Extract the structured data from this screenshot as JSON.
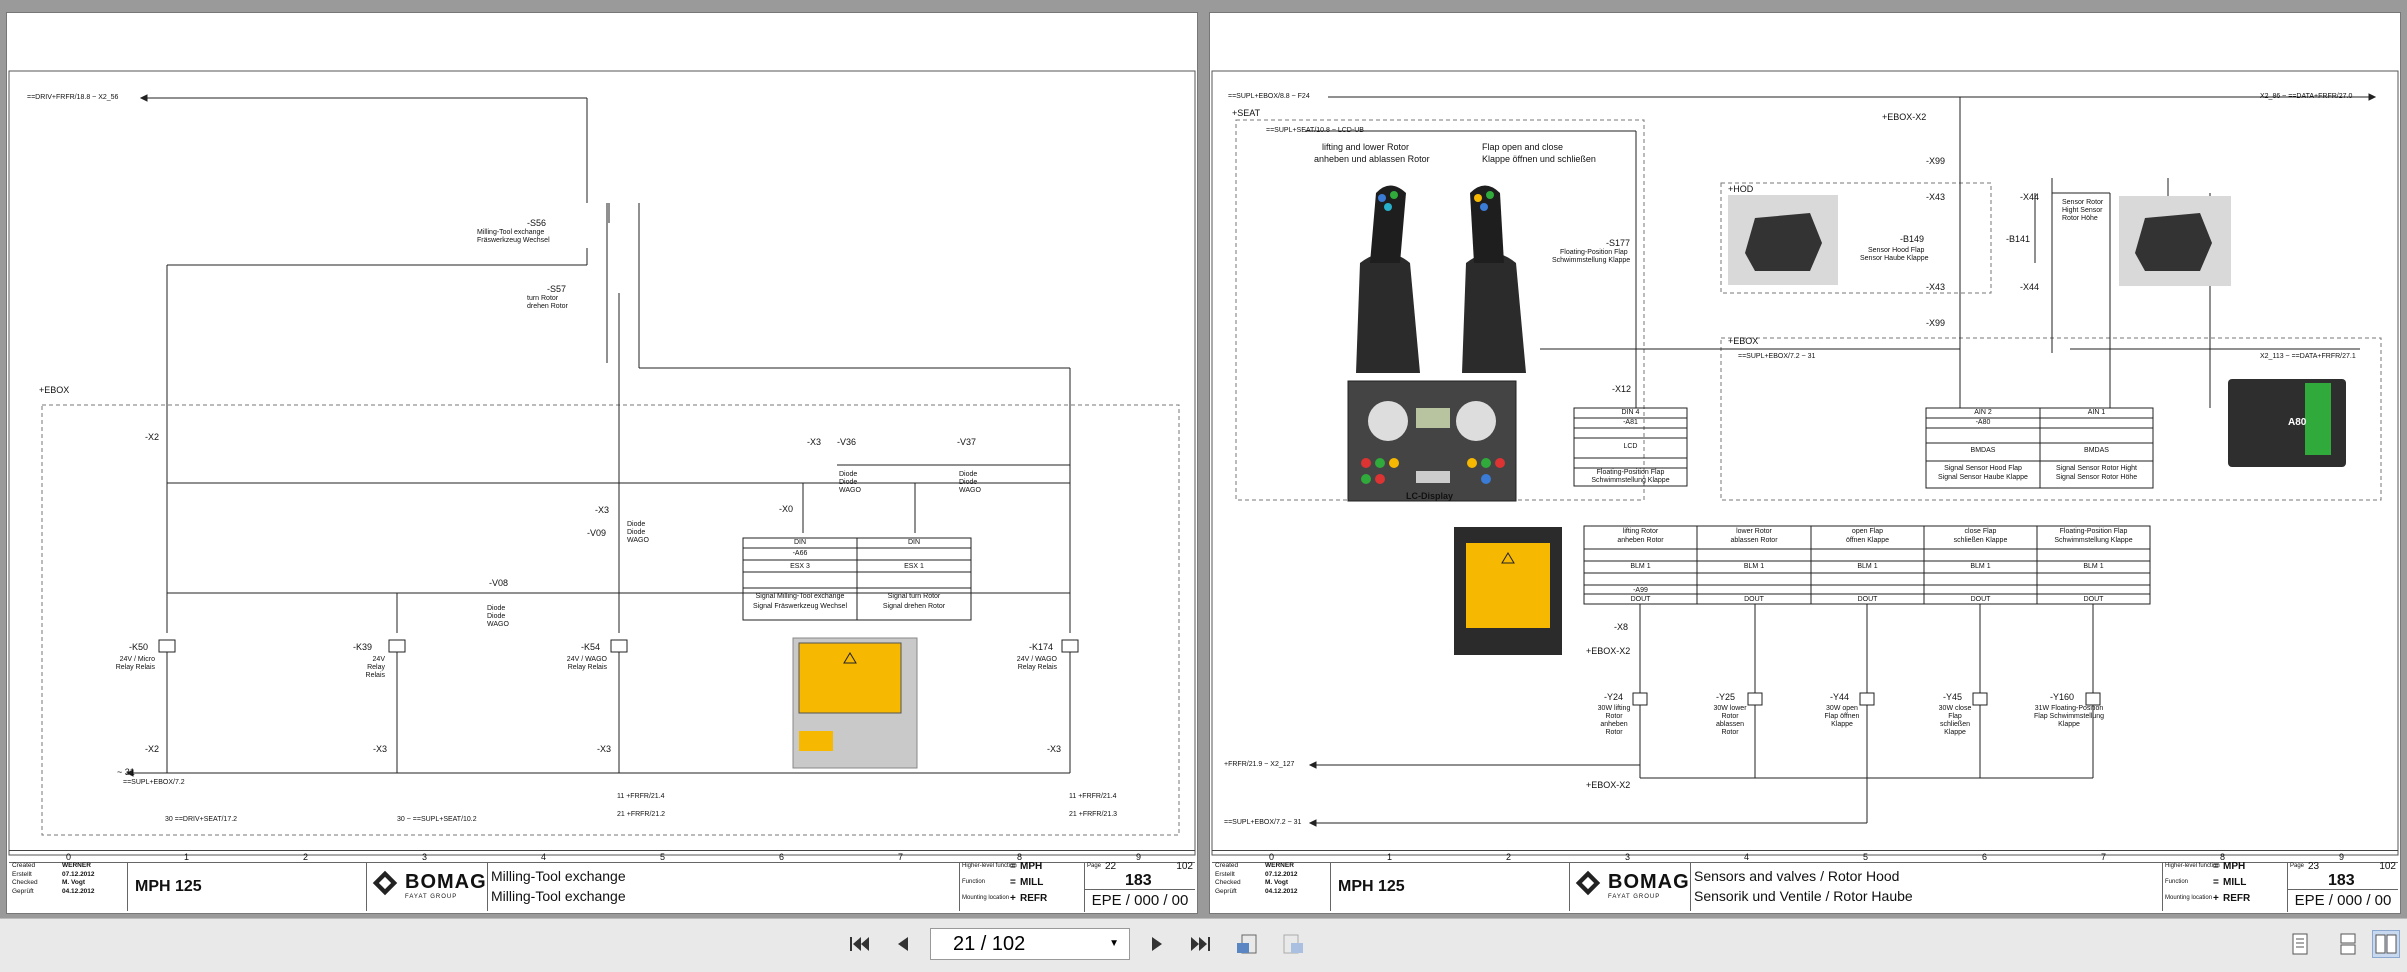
{
  "viewer": {
    "page_indicator": "21 / 102",
    "buttons": {
      "first": "first-page",
      "prev": "previous-page",
      "next": "next-page",
      "last": "last-page"
    }
  },
  "grid_columns": [
    "0",
    "1",
    "2",
    "3",
    "4",
    "5",
    "6",
    "7",
    "8",
    "9"
  ],
  "title_block_labels": {
    "created": "Created",
    "erstellt": "Erstellt",
    "checked": "Checked",
    "geprueft": "Geprüft",
    "higher_level": "Higher-level function",
    "function": "Function",
    "mounting": "Mounting location",
    "page": "Page",
    "eq_sign": "=",
    "plus_sign": "+"
  },
  "left_page": {
    "meta": {
      "created_by": "WERNER",
      "created_date": "07.12.2012",
      "checked_by": "M. Vogt",
      "checked_date": "04.12.2012"
    },
    "project": "MPH 125",
    "company": "BOMAG",
    "company_sub": "FAYAT GROUP",
    "title_en": "Milling-Tool exchange",
    "title_de": "Milling-Tool exchange",
    "codes": {
      "hl": "MPH",
      "fn": "MILL",
      "ml": "REFR",
      "page": "22",
      "pages": "102",
      "sheet": "183",
      "epe": "EPE / 000 / 00"
    },
    "labels": {
      "drv_ref": "==DRIV+FRFR/18.8 ~ X2_56",
      "s56": "-S56",
      "s56_desc1": "Milling-Tool exchange",
      "s56_desc2": "Fräswerkzeug Wechsel",
      "s57": "-S57",
      "s57_desc1": "turn Rotor",
      "s57_desc2": "drehen Rotor",
      "ebox": "+EBOX",
      "x2_57": "-X2",
      "x3_202": "-X3",
      "v36": "-V36",
      "v36_desc": "Diode Diode WAGO",
      "v37": "-V37",
      "v37_desc": "Diode Diode WAGO",
      "x0": "-X0",
      "x3_205": "-X3",
      "v09": "-V09",
      "v09_desc": "Diode Diode WAGO",
      "v08": "-V08",
      "v08_desc": "Diode Diode WAGO",
      "k50": "-K50",
      "k50_desc": "24V / Micro Relay Relais",
      "k39": "-K39",
      "k39_desc": "24V Relay Relais",
      "k54": "-K54",
      "k54_desc": "24V / WAGO Relay Relais",
      "k174": "-K174",
      "k174_desc": "24V / WAGO Relay Relais",
      "x2_111": "-X2",
      "x3_111": "-X3",
      "x3_112": "-X3",
      "x3_120": "-X3",
      "gnd": "~ 31",
      "gnd_ref": "==SUPL+EBOX/7.2",
      "ref_seat": "30 ==DRIV+SEAT/17.2",
      "ref_supl": "30 ~ ==SUPL+SEAT/10.2",
      "ref_21_4": "11 +FRFR/21.4",
      "ref_21_2": "21 +FRFR/21.2",
      "ref_21_4b": "11 +FRFR/21.4",
      "ref_21_3": "21 +FRFR/21.3"
    },
    "table": {
      "head": [
        "DIN",
        "DIN"
      ],
      "row1": [
        "-A66",
        ""
      ],
      "row2": [
        "ESX 3",
        "ESX 1"
      ],
      "row3": [
        "Signal Milling-Tool exchange",
        "Signal turn Rotor"
      ],
      "row4": [
        "Signal Fräswerkzeug Wechsel",
        "Signal drehen Rotor"
      ]
    }
  },
  "right_page": {
    "meta": {
      "created_by": "WERNER",
      "created_date": "07.12.2012",
      "checked_by": "M. Vogt",
      "checked_date": "04.12.2012"
    },
    "project": "MPH 125",
    "company": "BOMAG",
    "company_sub": "FAYAT GROUP",
    "title_en": "Sensors and valves / Rotor Hood",
    "title_de": "Sensorik und Ventile / Rotor Haube",
    "codes": {
      "hl": "MPH",
      "fn": "MILL",
      "ml": "REFR",
      "page": "23",
      "pages": "102",
      "sheet": "183",
      "epe": "EPE / 000 / 00"
    },
    "labels": {
      "f24": "==SUPL+EBOX/8.8 ~ F24",
      "x2_86": "X2_86 ~ ==DATA+FRFR/27.0",
      "seat": "+SEAT",
      "lcd_ub": "==SUPL+SEAT/10.8 ~ LCD-UB",
      "joy1_a": "lifting and lower Rotor",
      "joy1_b": "anheben und ablassen Rotor",
      "joy2_a": "Flap open and close",
      "joy2_b": "Klappe öffnen und schließen",
      "s177": "-S177",
      "s177_desc1": "Floating-Position Flap",
      "s177_desc2": "Schwimmstellung Klappe",
      "x12": "-X12",
      "lcd_display": "LC-Display",
      "hod": "+HOD",
      "ebox_x2": "+EBOX-X2",
      "x99": "-X99",
      "x43": "-X43",
      "x44": "-X44",
      "b149": "-B149",
      "b149_desc1": "Sensor Hood Flap",
      "b149_desc2": "Sensor Haube Klappe",
      "b141": "-B141",
      "b141_desc": "Sensor Rotor Hight Sensor Rotor Höhe",
      "ebox": "+EBOX",
      "x2_113_l": "==SUPL+EBOX/7.2 ~ 31",
      "x2_113_r": "X2_113 ~ ==DATA+FRFR/27.1",
      "a80": "A80",
      "x8": "-X8",
      "ebox_x2_63": "+EBOX-X2",
      "y24": "-Y24",
      "y24_desc": "30W lifting Rotor anheben Rotor",
      "y25": "-Y25",
      "y25_desc": "30W lower Rotor ablassen Rotor",
      "y44": "-Y44",
      "y44_desc": "30W open Flap öffnen Klappe",
      "y45": "-Y45",
      "y45_desc": "30W close Flap schließen Klappe",
      "y160": "-Y160",
      "y160_desc": "31W Floating-Position Flap Schwimmstellung Klappe",
      "x2_127": "+FRFR/21.9 ~ X2_127",
      "ebox_x2_127": "+EBOX-X2",
      "gnd_ref": "==SUPL+EBOX/7.2 ~ 31"
    },
    "seat_table": [
      "DIN 4",
      "-A81",
      "",
      "LCD",
      "",
      "Floating-Position Flap",
      "Schwimmstellung Klappe"
    ],
    "sensor_table": {
      "head": [
        "AIN 2",
        "AIN 1"
      ],
      "row1": [
        "-A80",
        ""
      ],
      "row2": [
        "BMDAS",
        "BMDAS"
      ],
      "row3": [
        "Signal Sensor Hood Flap",
        "Signal Sensor Rotor Hight"
      ],
      "row4": [
        "Signal Sensor Haube Klappe",
        "Signal Sensor Rotor Höhe"
      ]
    },
    "valve_table": {
      "head_a": [
        "lifting Rotor",
        "lower Rotor",
        "open Flap",
        "close Flap",
        "Floating-Position Flap"
      ],
      "head_b": [
        "anheben Rotor",
        "ablassen Rotor",
        "öffnen Klappe",
        "schließen Klappe",
        "Schwimmstellung Klappe"
      ],
      "row1": [
        "BLM 1",
        "BLM 1",
        "BLM 1",
        "BLM 1",
        "BLM 1"
      ],
      "row2": [
        "-A99",
        "",
        "",
        "",
        ""
      ],
      "row3": [
        "DOUT",
        "DOUT",
        "DOUT",
        "DOUT",
        "DOUT"
      ]
    }
  },
  "colors": {
    "background": "#9a9a9a",
    "toolbar": "#e9e9e9",
    "warning_yellow": "#f6b800",
    "module_green": "#2faa3b"
  }
}
